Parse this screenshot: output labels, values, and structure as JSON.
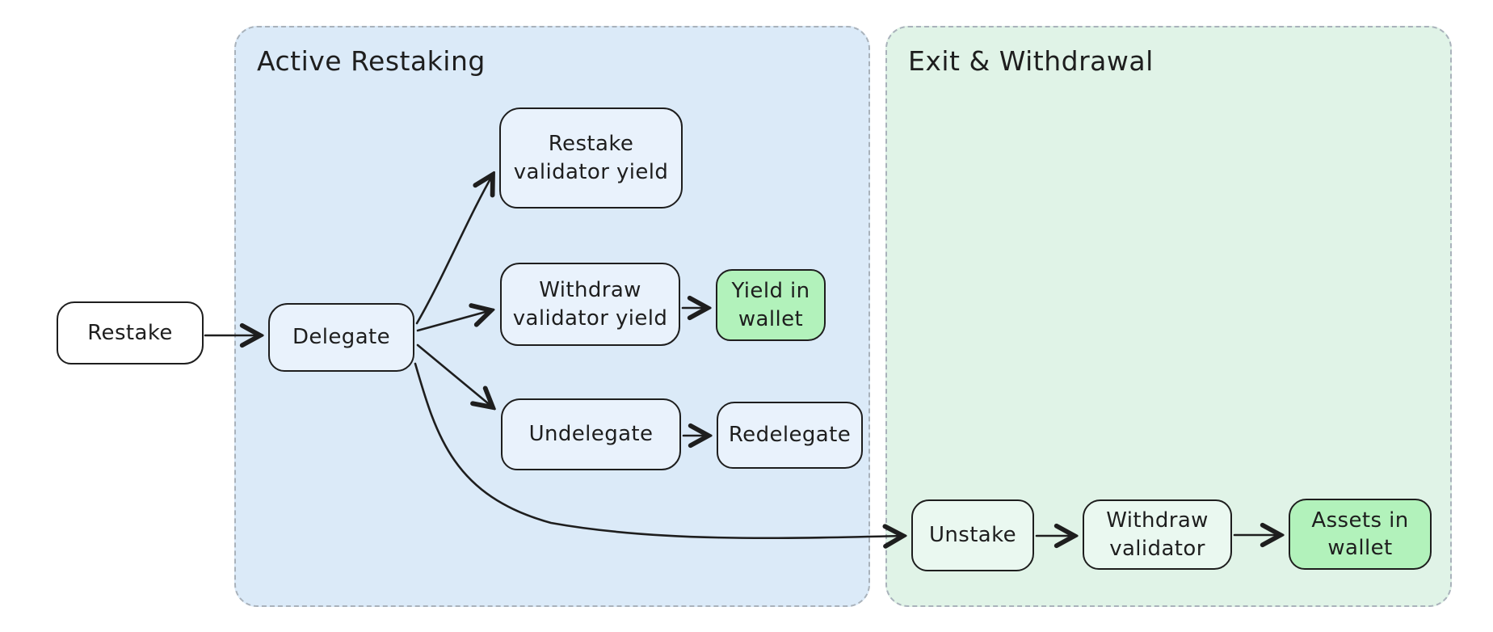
{
  "diagram": {
    "background": "#ffffff",
    "stroke_color": "#1e1e1e",
    "container_border_color": "#a9b2bb",
    "containers": [
      {
        "id": "active-restaking",
        "label": "Active Restaking",
        "fill": "#dbeaf8"
      },
      {
        "id": "exit-withdrawal",
        "label": "Exit & Withdrawal",
        "fill": "#e0f3e7"
      }
    ],
    "nodes": [
      {
        "id": "restake",
        "label": "Restake",
        "fill": "#ffffff"
      },
      {
        "id": "delegate",
        "label": "Delegate",
        "fill": "#e9f2fc"
      },
      {
        "id": "restake-validator-yield",
        "label": "Restake\nvalidator yield",
        "fill": "#e9f2fc"
      },
      {
        "id": "withdraw-validator-yield",
        "label": "Withdraw\nvalidator yield",
        "fill": "#e9f2fc"
      },
      {
        "id": "yield-in-wallet",
        "label": "Yield in\nwallet",
        "fill": "#b2f2bb"
      },
      {
        "id": "undelegate",
        "label": "Undelegate",
        "fill": "#e9f2fc"
      },
      {
        "id": "redelegate",
        "label": "Redelegate",
        "fill": "#e9f2fc"
      },
      {
        "id": "unstake",
        "label": "Unstake",
        "fill": "#eaf8f0"
      },
      {
        "id": "withdraw-validator",
        "label": "Withdraw\nvalidator",
        "fill": "#eaf8f0"
      },
      {
        "id": "assets-in-wallet",
        "label": "Assets in\nwallet",
        "fill": "#b2f2bb"
      }
    ],
    "edges": [
      {
        "from": "restake",
        "to": "delegate"
      },
      {
        "from": "delegate",
        "to": "restake-validator-yield"
      },
      {
        "from": "delegate",
        "to": "withdraw-validator-yield"
      },
      {
        "from": "delegate",
        "to": "undelegate"
      },
      {
        "from": "delegate",
        "to": "unstake"
      },
      {
        "from": "withdraw-validator-yield",
        "to": "yield-in-wallet"
      },
      {
        "from": "undelegate",
        "to": "redelegate"
      },
      {
        "from": "unstake",
        "to": "withdraw-validator"
      },
      {
        "from": "withdraw-validator",
        "to": "assets-in-wallet"
      }
    ]
  }
}
